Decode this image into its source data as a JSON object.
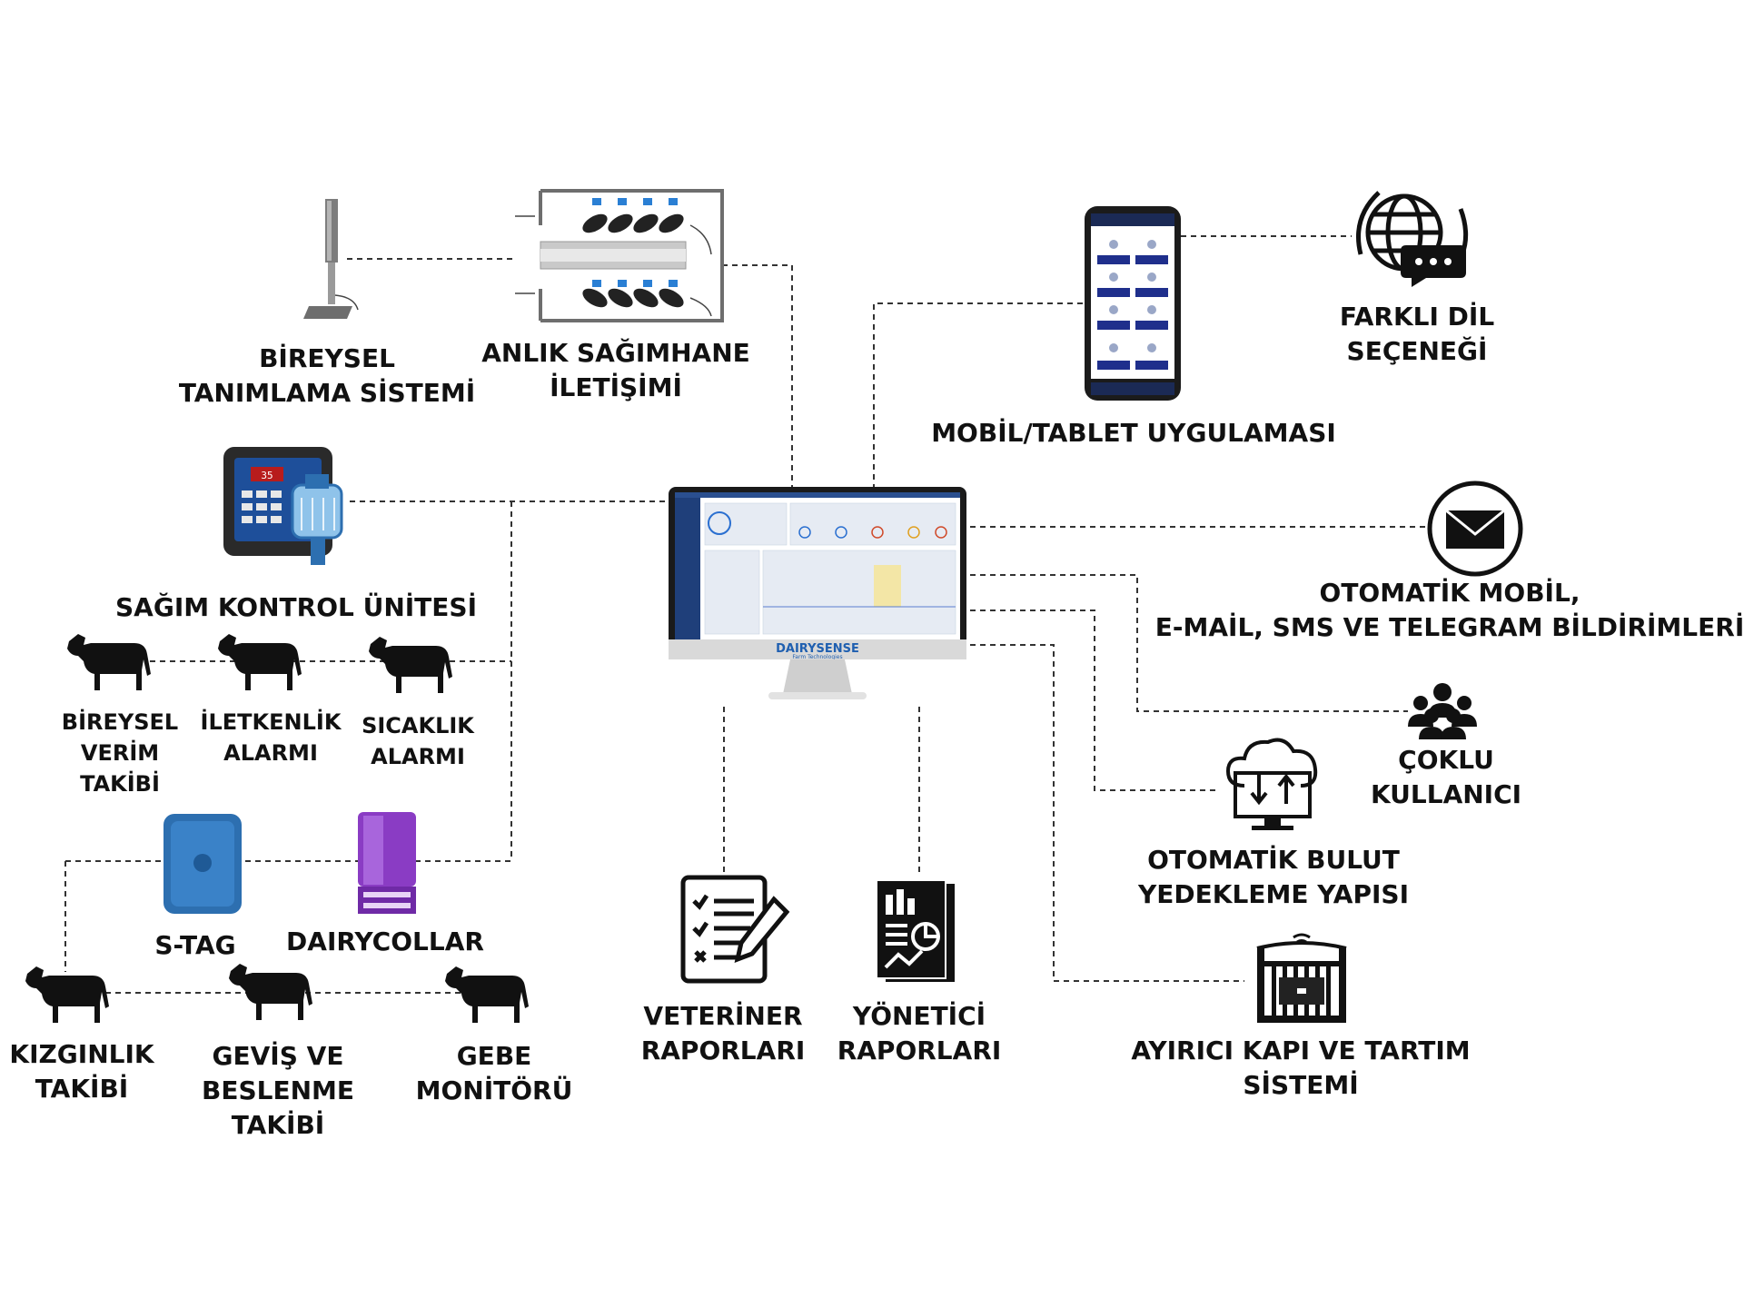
{
  "diagram": {
    "center": {
      "brand": "DAIRYSENSE",
      "tagline": "Farm Technologies"
    },
    "labels": {
      "bireysel_tanimlama": [
        "BİREYSEL",
        "TANIMLAMA SİSTEMİ"
      ],
      "anlik_sagimhane": [
        "ANLIK SAĞIMHANE",
        "İLETİŞİMİ"
      ],
      "mobil_tablet": [
        "MOBİL/TABLET UYGULAMASI"
      ],
      "farkli_dil": [
        "FARKLI DİL",
        "SEÇENEĞİ"
      ],
      "sagim_kontrol": [
        "SAĞIM KONTROL ÜNİTESİ"
      ],
      "bireysel_verim": [
        "BİREYSEL",
        "VERİM",
        "TAKİBİ"
      ],
      "iletkenlik": [
        "İLETKENLİK",
        "ALARMI"
      ],
      "sicaklik": [
        "SICAKLIK",
        "ALARMI"
      ],
      "otomatik_bildirim": [
        "OTOMATİK MOBİL,",
        "E-MAİL, SMS VE TELEGRAM BİLDİRİMLERİ"
      ],
      "coklu_kullanici": [
        "ÇOKLU",
        "KULLANICI"
      ],
      "bulut_yedekleme": [
        "OTOMATİK BULUT",
        "YEDEKLEME YAPISI"
      ],
      "s_tag": [
        "S-TAG"
      ],
      "dairycollar": [
        "DAIRYCOLLAR"
      ],
      "kizginlik": [
        "KIZGINLIK",
        "TAKİBİ"
      ],
      "gevis": [
        "GEVİŞ VE",
        "BESLENME",
        "TAKİBİ"
      ],
      "gebe": [
        "GEBE",
        "MONİTÖRÜ"
      ],
      "veteriner": [
        "VETERİNER",
        "RAPORLARI"
      ],
      "yonetici": [
        "YÖNETİCİ",
        "RAPORLARI"
      ],
      "ayirici_kapi": [
        "AYIRICI KAPI VE TARTIM",
        "SİSTEMİ"
      ]
    },
    "icons": [
      "id-antenna-post",
      "milking-parlour-icon",
      "smartphone-app",
      "language-globe-icon",
      "milk-control-unit",
      "cow-icon",
      "mail-icon",
      "users-icon",
      "cloud-backup-icon",
      "s-tag-device",
      "dairycollar-device",
      "vet-report-icon",
      "manager-report-icon",
      "sorting-gate-icon"
    ],
    "colors": {
      "line": "#333333",
      "text": "#111111",
      "accent_blue": "#1f5fb0",
      "collar_purple": "#8a3cc4",
      "stag_blue": "#2d6fb0"
    }
  }
}
